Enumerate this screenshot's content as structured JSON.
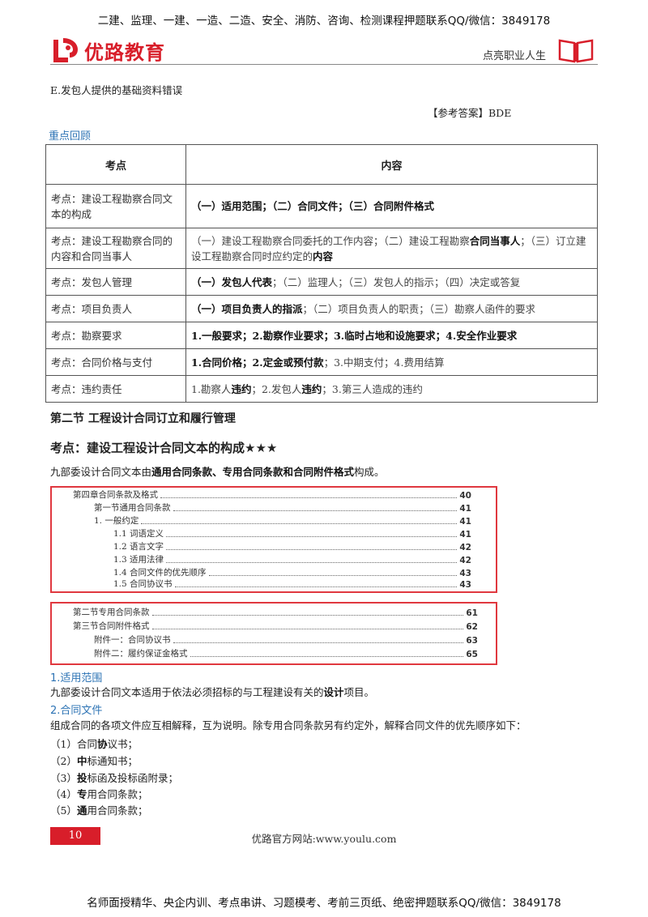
{
  "header": {
    "top_banner": "二建、监理、一建、一造、二造、安全、消防、咨询、检测课程押题联系QQ/微信：3849178",
    "logo_text": "优路教育",
    "slogan": "点亮职业人生"
  },
  "option_e": "E.发包人提供的基础资料错误",
  "answer": "【参考答案】BDE",
  "review_heading": "重点回顾",
  "table": {
    "headers": [
      "考点",
      "内容"
    ],
    "rows": [
      {
        "point": "考点：建设工程勘察合同文本的构成",
        "content_bold": "（一）适用范围；（二）合同文件；（三）合同附件格式",
        "content_rest": ""
      },
      {
        "point": "考点：建设工程勘察合同的内容和合同当事人",
        "c_a": "（一）建设工程勘察合同委托的工作内容；（二）建设工程勘察",
        "c_b": "合同当事人",
        "c_c": "；（三）订立建设工程勘察合同时应约定的",
        "c_d": "内容"
      },
      {
        "point": "考点：发包人管理",
        "content_bold": "（一）发包人代表",
        "content_rest": "；（二）监理人；（三）发包人的指示；（四）决定或答复"
      },
      {
        "point": "考点：项目负责人",
        "content_bold": "（一）项目负责人的指派",
        "content_rest": "；（二）项目负责人的职责；（三）勘察人函件的要求"
      },
      {
        "point": "考点：勘察要求",
        "content_bold": "1.一般要求；2.勘察作业要求；3.临时占地和设施要求；4.安全作业要求",
        "content_rest": ""
      },
      {
        "point": "考点：合同价格与支付",
        "content_bold": "1.合同价格；2.定金或预付款",
        "content_rest": "；3.中期支付；4.费用结算"
      },
      {
        "point": "考点：违约责任",
        "v_a": "1.勘察人",
        "v_b": "违约",
        "v_c": "；2.发包人",
        "v_d": "违约",
        "v_e": "；3.第三人造成的违约"
      }
    ]
  },
  "section_title": "第二节 工程设计合同订立和履行管理",
  "kaodian_title": "考点：建设工程设计合同文本的构成★★★",
  "intro": {
    "a": "九部委设计合同文本由",
    "b": "通用合同条款、专用合同条款和合同附件格式",
    "c": "构成。"
  },
  "toc1": [
    {
      "label": "第四章合同条款及格式",
      "page": "40"
    },
    {
      "label": "第一节通用合同条款",
      "page": "41"
    },
    {
      "label": "1. 一般约定",
      "page": "41"
    },
    {
      "label": "1.1 词语定义",
      "page": "41"
    },
    {
      "label": "1.2 语言文字",
      "page": "42"
    },
    {
      "label": "1.3 适用法律",
      "page": "42"
    },
    {
      "label": "1.4 合同文件的优先顺序",
      "page": "43"
    },
    {
      "label": "1.5 合同协议书",
      "page": "43"
    }
  ],
  "toc2": [
    {
      "label": "第二节专用合同条款",
      "page": "61"
    },
    {
      "label": "第三节合同附件格式",
      "page": "62"
    },
    {
      "label": "附件一：合同协议书",
      "page": "63"
    },
    {
      "label": "附件二：履约保证金格式",
      "page": "65"
    }
  ],
  "sub1": "1.适用范围",
  "scope": {
    "a": "九部委设计合同文本适用于依法必须招标的与工程建设有关的",
    "b": "设计",
    "c": "项目。"
  },
  "sub2": "2.合同文件",
  "docs_intro": "组成合同的各项文件应互相解释，互为说明。除专用合同条款另有约定外，解释合同文件的优先顺序如下：",
  "list": [
    {
      "pre": "（1）合同",
      "bold": "协",
      "post": "议书；"
    },
    {
      "pre": "（2）",
      "bold": "中",
      "post": "标通知书；"
    },
    {
      "pre": "（3）",
      "bold": "投",
      "post": "标函及投标函附录；"
    },
    {
      "pre": "（4）",
      "bold": "专",
      "post": "用合同条款；"
    },
    {
      "pre": "（5）",
      "bold": "通",
      "post": "用合同条款；"
    }
  ],
  "footer": {
    "page_number": "10",
    "site": "优路官方网站:www.youlu.com",
    "bottom_banner": "名师面授精华、央企内训、考点串讲、习题模考、考前三页纸、绝密押题联系QQ/微信：3849178"
  },
  "colors": {
    "brand_red": "#d81e2a",
    "link_blue": "#2e74b5",
    "toc_border": "#e0383f"
  }
}
